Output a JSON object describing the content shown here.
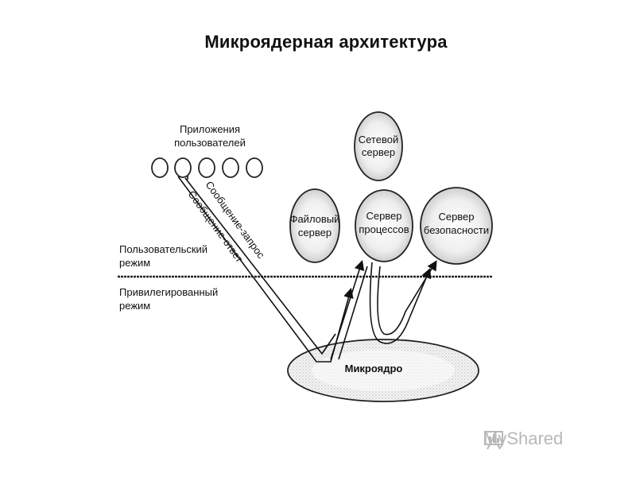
{
  "title": "Микроядерная архитектура",
  "diagram": {
    "user_apps_label_line1": "Приложения",
    "user_apps_label_line2": "пользователей",
    "user_app_count": 5,
    "user_mode_line1": "Пользовательский",
    "user_mode_line2": "режим",
    "privileged_mode_line1": "Привилегированный",
    "privileged_mode_line2": "режим",
    "arrow_request": "Сообщение-запрос",
    "arrow_response": "Сообщение-ответ",
    "servers": {
      "network": {
        "line1": "Сетевой",
        "line2": "сервер"
      },
      "file": {
        "line1": "Файловый",
        "line2": "сервер"
      },
      "process": {
        "line1": "Сервер",
        "line2": "процессов"
      },
      "security": {
        "line1": "Сервер",
        "line2": "безопасности"
      }
    },
    "microkernel": "Микроядро"
  },
  "watermark": {
    "text": "MyShared"
  }
}
